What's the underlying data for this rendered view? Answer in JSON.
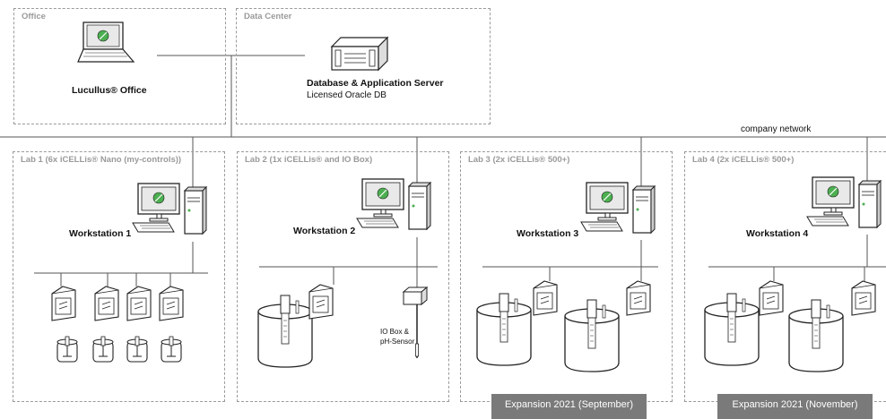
{
  "zones": {
    "office": {
      "label": "Office"
    },
    "datacenter": {
      "label": "Data Center"
    },
    "lab1": {
      "label": "Lab 1 (6x iCELLis® Nano (my-controls))"
    },
    "lab2": {
      "label": "Lab 2 (1x iCELLis® and IO Box)"
    },
    "lab3": {
      "label": "Lab 3 (2x iCELLis® 500+)"
    },
    "lab4": {
      "label": "Lab 4 (2x iCELLis® 500+)"
    }
  },
  "nodes": {
    "office_pc": {
      "label": "Lucullus® Office"
    },
    "server": {
      "title": "Database & Application Server",
      "subtitle": "Licensed Oracle DB"
    },
    "ws1": {
      "label": "Workstation 1"
    },
    "ws2": {
      "label": "Workstation 2"
    },
    "ws3": {
      "label": "Workstation 3"
    },
    "ws4": {
      "label": "Workstation 4"
    },
    "iobox": {
      "line1": "IO Box &",
      "line2": "pH-Sensor"
    }
  },
  "network": {
    "label": "company network"
  },
  "banners": {
    "expansion_sep": "Expansion 2021 (September)",
    "expansion_nov": "Expansion 2021 (November)"
  },
  "colors": {
    "line": "#555555",
    "zone_border": "#9a9a9a",
    "banner_bg": "#7a7a7a",
    "screen_green": "#4caf50"
  }
}
